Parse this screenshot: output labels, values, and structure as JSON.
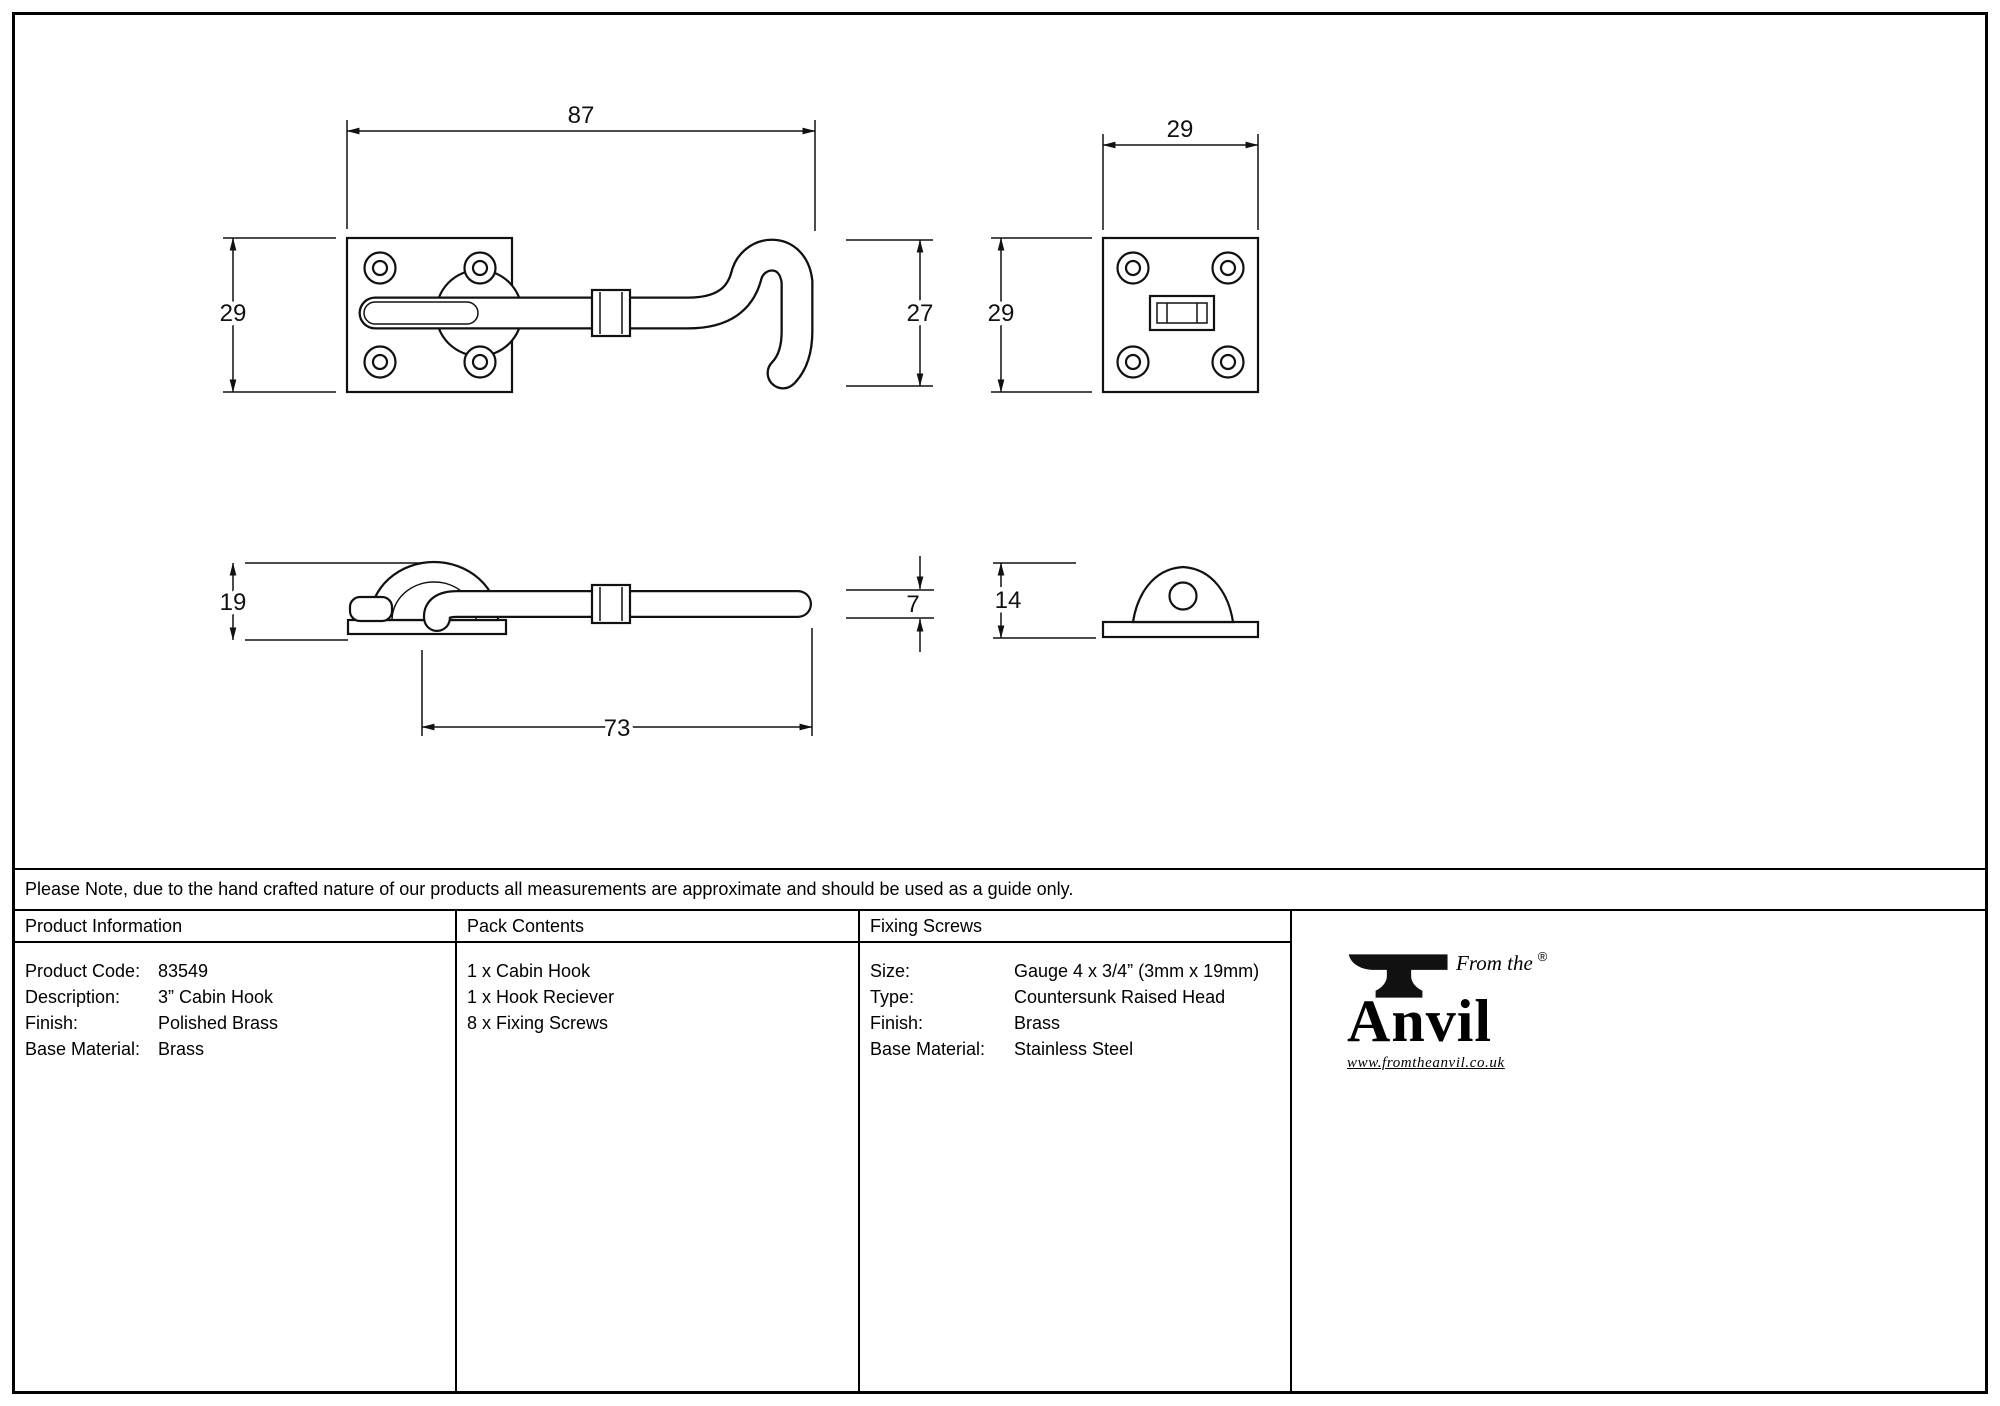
{
  "note": "Please Note, due to the hand crafted nature of our products all measurements are approximate and should be used as a guide only.",
  "diagram": {
    "dims": {
      "hook_front_width": "87",
      "hook_plate_height": "29",
      "hook_front_height": "27",
      "receiver_width": "29",
      "receiver_height": "29",
      "hook_side_height": "19",
      "hook_side_length": "73",
      "rod_diameter": "7",
      "receiver_side_height": "14"
    }
  },
  "table": {
    "product_information": {
      "header": "Product Information",
      "rows": [
        {
          "label": "Product Code:",
          "value": "83549"
        },
        {
          "label": "Description:",
          "value": "3” Cabin Hook"
        },
        {
          "label": "Finish:",
          "value": "Polished Brass"
        },
        {
          "label": "Base Material:",
          "value": "Brass"
        }
      ]
    },
    "pack_contents": {
      "header": "Pack Contents",
      "items": [
        "1 x Cabin Hook",
        "1 x Hook Reciever",
        "8 x Fixing Screws"
      ]
    },
    "fixing_screws": {
      "header": "Fixing Screws",
      "rows": [
        {
          "label": "Size:",
          "value": "Gauge 4 x 3/4” (3mm x 19mm)"
        },
        {
          "label": "Type:",
          "value": "Countersunk Raised Head"
        },
        {
          "label": "Finish:",
          "value": "Brass"
        },
        {
          "label": "Base Material:",
          "value": "Stainless Steel"
        }
      ]
    }
  },
  "logo": {
    "from_the": "From the",
    "brand": "Anvil",
    "registered": "®",
    "url": "www.fromtheanvil.co.uk"
  }
}
